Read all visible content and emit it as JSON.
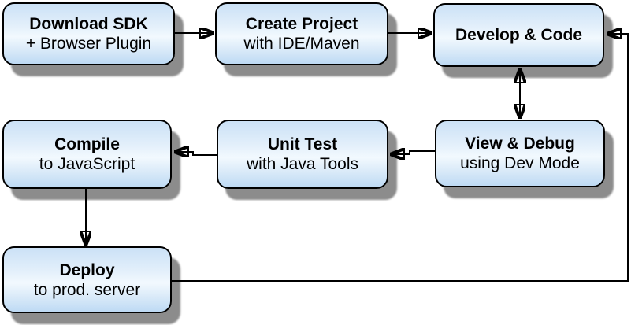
{
  "diagram": {
    "type": "flowchart",
    "description": "Development workflow cycle with rounded blue gradient boxes connected by black arrows",
    "nodes": [
      {
        "id": "download-sdk",
        "title": "Download SDK",
        "subtitle": "+ Browser Plugin"
      },
      {
        "id": "create-project",
        "title": "Create Project",
        "subtitle": "with IDE/Maven"
      },
      {
        "id": "develop-code",
        "title": "Develop & Code",
        "subtitle": ""
      },
      {
        "id": "view-debug",
        "title": "View & Debug",
        "subtitle": "using Dev Mode"
      },
      {
        "id": "unit-test",
        "title": "Unit Test",
        "subtitle": "with Java Tools"
      },
      {
        "id": "compile",
        "title": "Compile",
        "subtitle": "to JavaScript"
      },
      {
        "id": "deploy",
        "title": "Deploy",
        "subtitle": "to prod. server"
      }
    ],
    "edges": [
      {
        "from": "download-sdk",
        "to": "create-project",
        "direction": "one-way"
      },
      {
        "from": "create-project",
        "to": "develop-code",
        "direction": "one-way"
      },
      {
        "from": "develop-code",
        "to": "view-debug",
        "direction": "two-way"
      },
      {
        "from": "view-debug",
        "to": "unit-test",
        "direction": "one-way"
      },
      {
        "from": "unit-test",
        "to": "compile",
        "direction": "one-way"
      },
      {
        "from": "compile",
        "to": "deploy",
        "direction": "one-way"
      },
      {
        "from": "deploy",
        "to": "develop-code",
        "direction": "one-way"
      }
    ],
    "colors": {
      "node_fill_top": "#cbe1f6",
      "node_fill_mid": "#f2f9fe",
      "node_fill_bottom": "#bedaf4",
      "node_border": "#000000",
      "shadow": "#8c8c8c",
      "arrow": "#000000",
      "text": "#000000",
      "background": "#ffffff"
    }
  }
}
